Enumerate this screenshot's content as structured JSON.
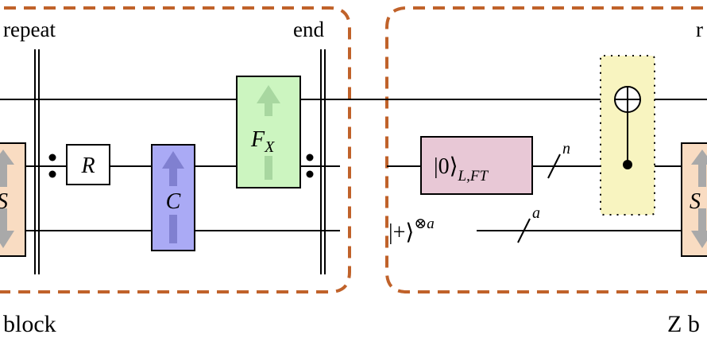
{
  "labels": {
    "repeat": "repeat",
    "end": "end",
    "right_cut": "r",
    "left_caption": "block",
    "right_caption": "Z b"
  },
  "gates": {
    "s_left": "S",
    "r": "R",
    "c": "C",
    "fx_base": "F",
    "fx_sub": "X",
    "s_right": "S"
  },
  "states": {
    "zero_ket": "|0⟩",
    "zero_sub": "L,FT",
    "plus_ket": "|+⟩",
    "plus_sup": "⊗a"
  },
  "bus_widths": {
    "n": "n",
    "a": "a"
  },
  "colors": {
    "block_border": "#c0622a",
    "s_gate": "#f9dcc2",
    "c_gate": "#aaaaf5",
    "fx_gate": "#ccf5c0",
    "state_prep": "#e8c8d6",
    "cnot_highlight": "#f8f4c0",
    "arrow_gray": "#a9a9a9",
    "arrow_green": "#a8d7a0"
  }
}
